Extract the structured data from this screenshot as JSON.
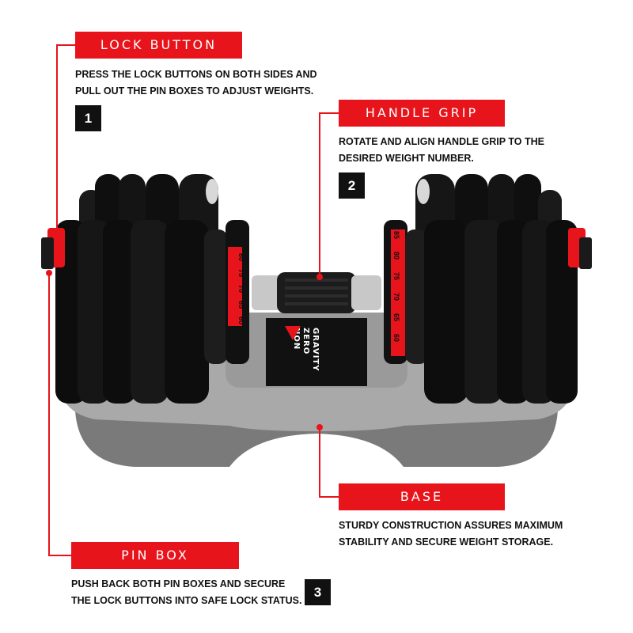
{
  "callouts": [
    {
      "label": "LOCK BUTTON",
      "number": "1",
      "line1": "PRESS THE LOCK BUTTONS ON BOTH SIDES AND",
      "line2": "PULL OUT THE PIN BOXES TO ADJUST WEIGHTS."
    },
    {
      "label": "HANDLE GRIP",
      "number": "2",
      "line1": "ROTATE AND ALIGN HANDLE GRIP TO THE",
      "line2": "DESIRED WEIGHT NUMBER."
    },
    {
      "label": "BASE",
      "line1": "STURDY CONSTRUCTION ASSURES MAXIMUM",
      "line2": "STABILITY AND SECURE WEIGHT STORAGE."
    },
    {
      "label": "PIN BOX",
      "number": "3",
      "line1": "PUSH BACK BOTH PIN BOXES AND SECURE",
      "line2": "THE LOCK BUTTONS INTO SAFE LOCK STATUS."
    }
  ],
  "product": {
    "brand_line1": "NON",
    "brand_line2": "ZERO",
    "brand_line3": "GRAVITY",
    "dial_left": [
      "80",
      "75",
      "70",
      "65",
      "60"
    ],
    "dial_right": [
      "85",
      "80",
      "75",
      "70",
      "65",
      "60"
    ]
  },
  "colors": {
    "accent": "#e8141b",
    "text": "#111111",
    "plate": "#0f0f0f",
    "base": "#a9a9a9"
  }
}
